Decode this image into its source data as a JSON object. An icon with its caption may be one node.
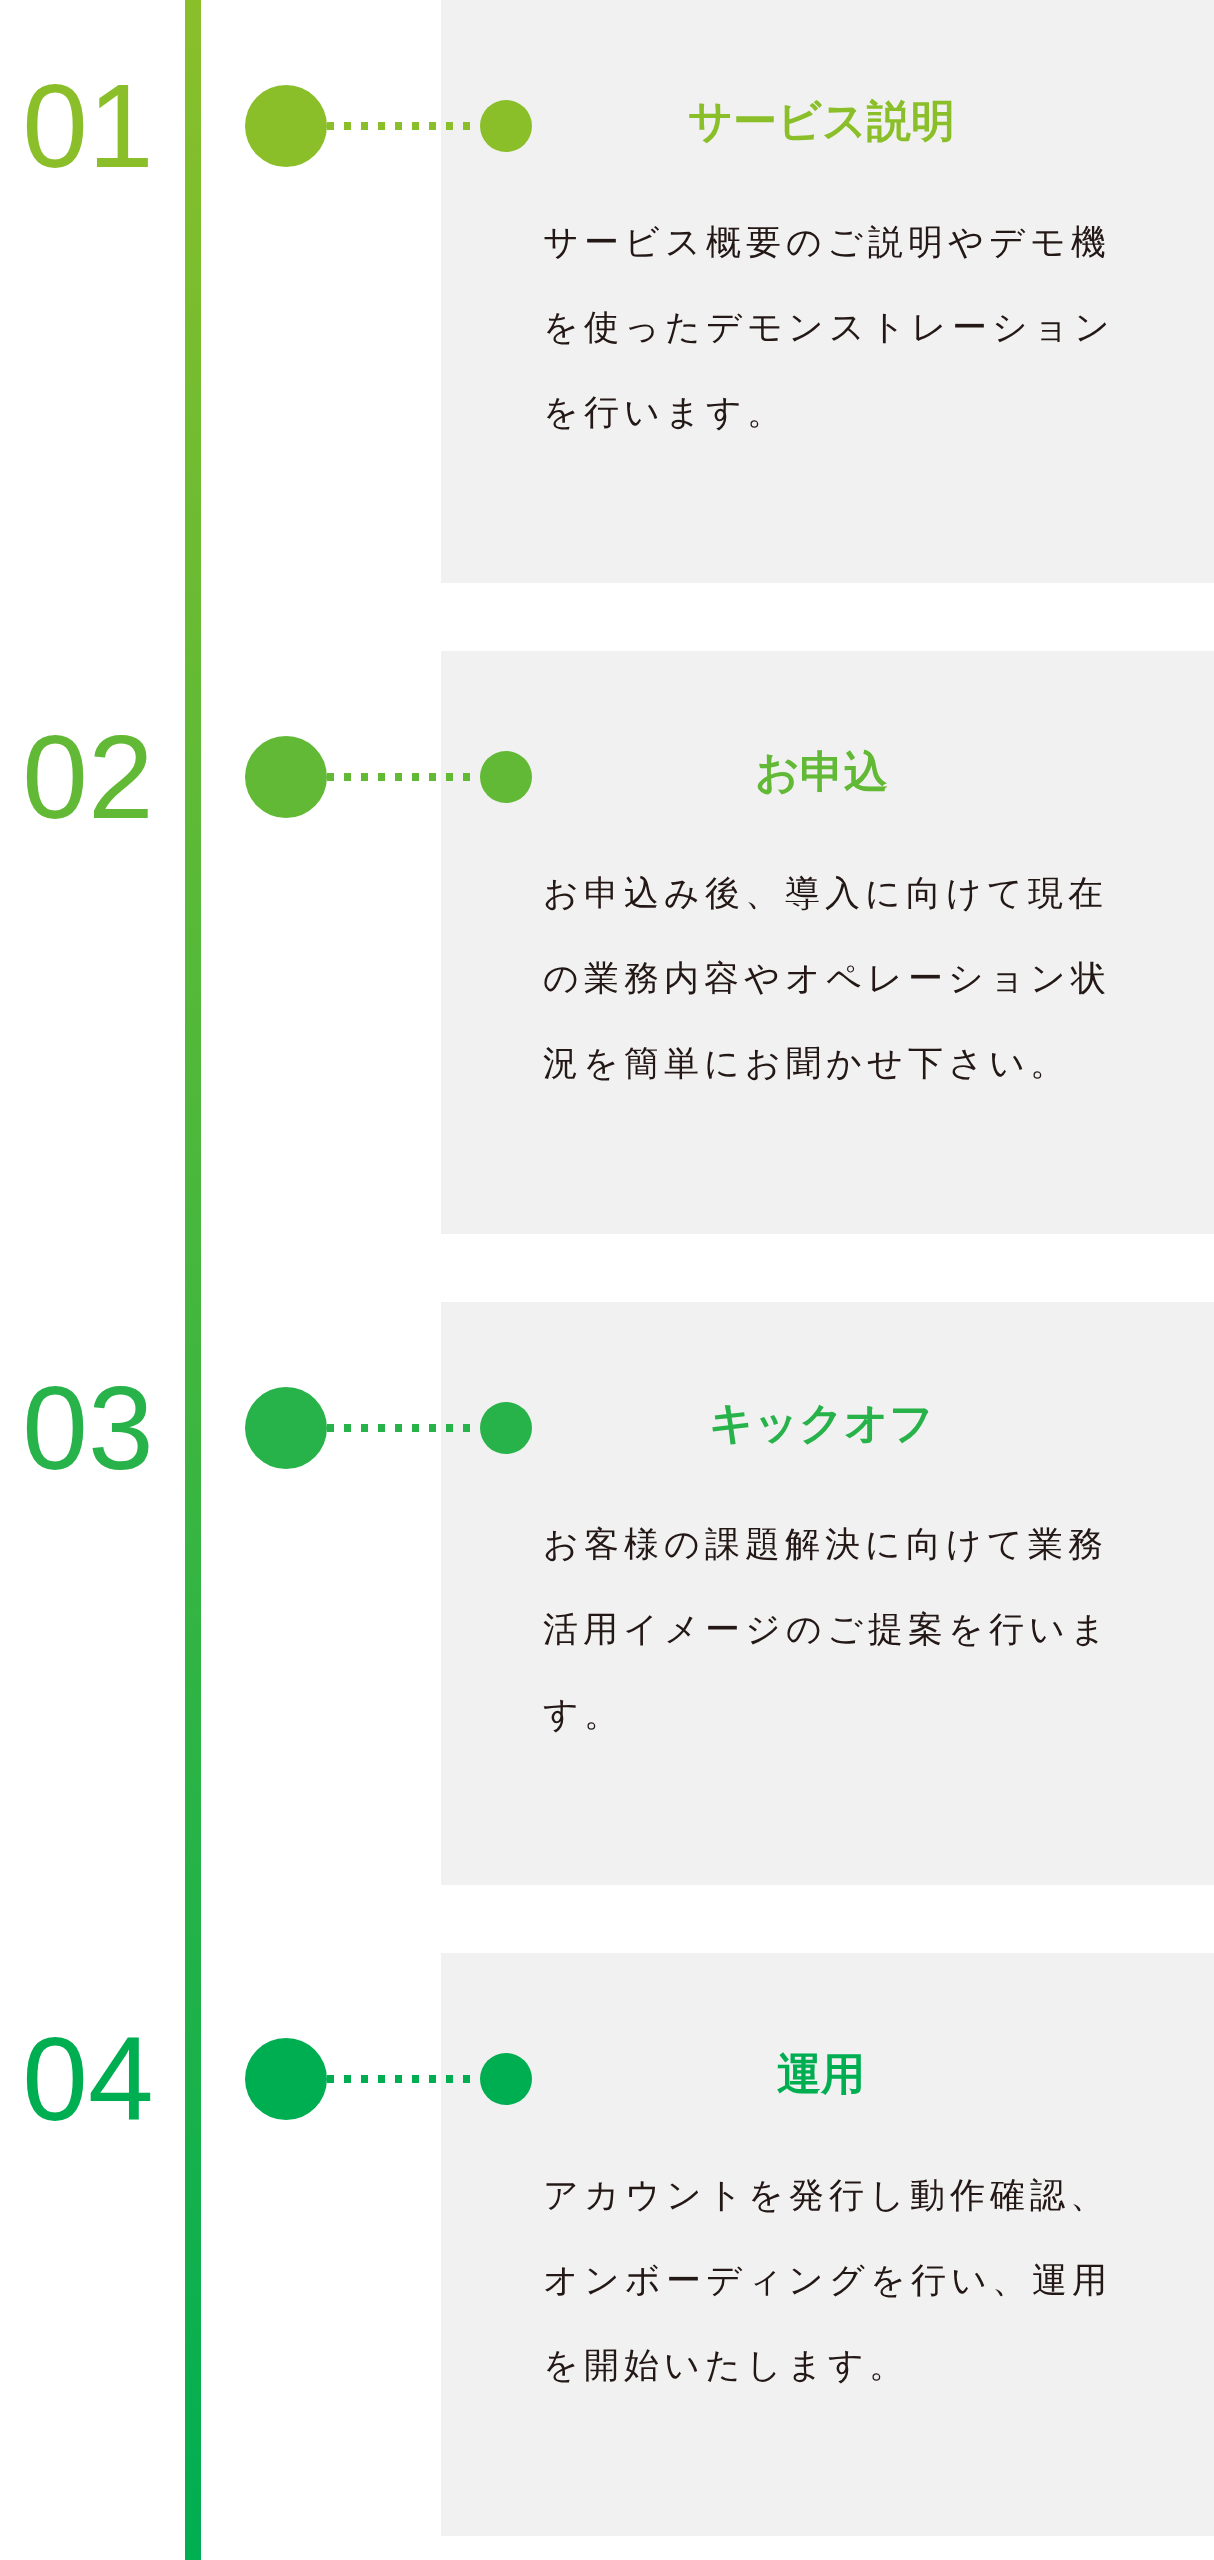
{
  "diagram": {
    "nodes": [
      {
        "text": [],
        "shape": "circle",
        "beside": [
          "01"
        ]
      },
      {
        "text": [
          "サービス説明",
          "サービス概要のご説明やデモ機を使ったデモンストレーションを行います。"
        ]
      },
      {
        "text": [],
        "shape": "circle",
        "in": 1
      },
      {
        "text": [],
        "shape": "circle",
        "beside": [
          "02"
        ]
      },
      {
        "text": [
          "お申込",
          "お申込み後、導入に向けて現在の業務内容やオペレーション状況を簡単にお聞かせ下さい。"
        ]
      },
      {
        "text": [],
        "shape": "circle",
        "in": 4
      },
      {
        "text": [],
        "shape": "circle",
        "beside": [
          "03"
        ]
      },
      {
        "text": [
          "キックオフ",
          "お客様の課題解決に向けて業務活用イメージのご提案を行います。"
        ]
      },
      {
        "text": [],
        "shape": "circle",
        "in": 7
      },
      {
        "text": [],
        "shape": "circle",
        "beside": [
          "04"
        ]
      },
      {
        "text": [
          "運用",
          "アカウントを発行し動作確認、オンボーディングを行い、運用を開始いたします。"
        ]
      },
      {
        "text": [],
        "shape": "circle",
        "in": 10
      },
      {
        "text": [],
        "shape": "bar"
      }
    ],
    "edges": [
      {
        "from": 0,
        "to": 2,
        "arrow": "none",
        "style": "dashed",
        "color": "#8abf2a"
      },
      {
        "from": 3,
        "to": 5,
        "arrow": "none",
        "style": "dashed",
        "color": "#62b936"
      },
      {
        "from": 6,
        "to": 8,
        "arrow": "none",
        "style": "dashed",
        "color": "#27b34a"
      },
      {
        "from": 9,
        "to": 11,
        "arrow": "none",
        "style": "dashed",
        "color": "#00ae52"
      }
    ]
  }
}
